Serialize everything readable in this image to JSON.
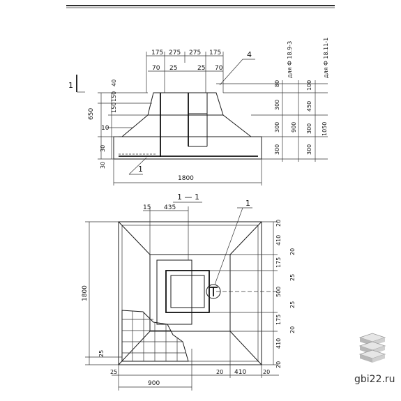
{
  "top_view": {
    "top_dims": [
      "175",
      "275",
      "275",
      "175"
    ],
    "inner_dims_left": [
      "70",
      "25"
    ],
    "inner_dims_right": [
      "25",
      "70"
    ],
    "callout_top": "4",
    "callout_left_side": "10",
    "callout_bottom": "1",
    "left_heights": [
      "650",
      "40",
      "150",
      "150",
      "30",
      "30"
    ],
    "right_col_a": [
      "80",
      "300",
      "300",
      "300"
    ],
    "right_col_b": [
      "100",
      "450",
      "900"
    ],
    "right_col_c": [
      "1050",
      "300",
      "300"
    ],
    "right_col_labels": [
      "для Ф 18.9-3",
      "для Ф 18.11-1"
    ],
    "bottom_width": "1800",
    "section_mark": "1"
  },
  "plan_view": {
    "section_title": "1 — 1",
    "top_dims": [
      "15",
      "435"
    ],
    "callout": "1",
    "left_dim": "1800",
    "right_dims": [
      "20",
      "410",
      "20",
      "175",
      "500",
      "25",
      "25",
      "175",
      "20",
      "410",
      "20"
    ],
    "bottom_dims": [
      "25",
      "25",
      "900",
      "20",
      "410",
      "20"
    ]
  },
  "brand": {
    "site": "gbi22.ru",
    "logo_icon": "stacked-slabs-icon"
  }
}
